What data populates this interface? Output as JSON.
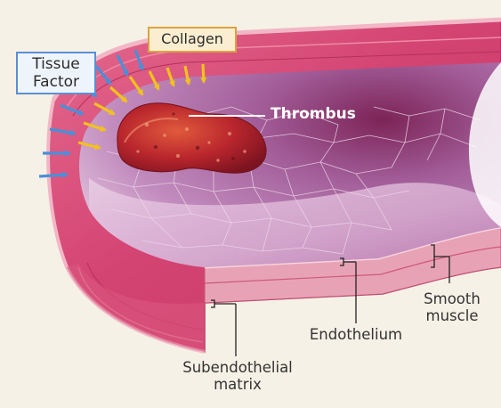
{
  "labels": {
    "tissue_factor": "Tissue\nFactor",
    "collagen": "Collagen",
    "thrombus": "Thrombus",
    "smooth_muscle": "Smooth\nmuscle",
    "endothelium": "Endothelium",
    "subendothelial_matrix": "Subendothelial\nmatrix"
  },
  "colors": {
    "tissue_factor_arrow": "#4a8fd8",
    "collagen_arrow": "#f2c21b",
    "vessel_wall": "#d84b74",
    "lumen": "#b56ea6",
    "thrombus": "#b5262d",
    "background": "#f6f1e6"
  }
}
